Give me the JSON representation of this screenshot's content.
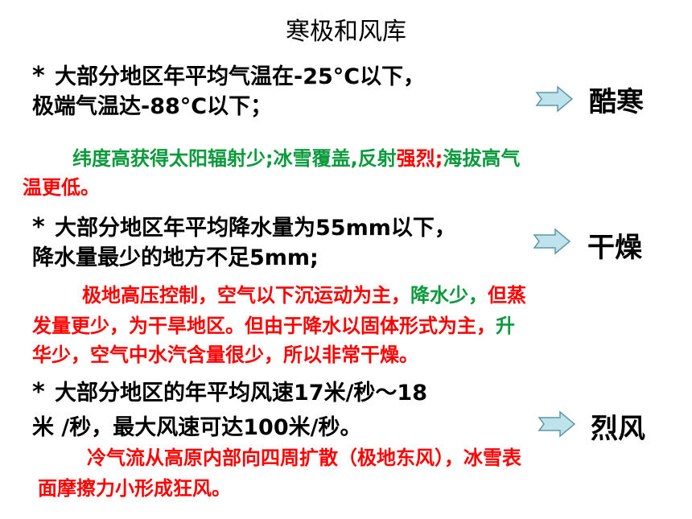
{
  "title": "寒极和风库",
  "section1": {
    "bullet": "*",
    "line1": "大部分地区年平均气温在-25°C以下，",
    "line2": "极端气温达-88°C以下；",
    "result": "酷寒",
    "explanation": {
      "line1_part1": "纬度高获得太阳辐射少;",
      "line1_part2": "冰雪覆盖,反射",
      "line1_part3": "强烈;",
      "line1_part4": "海拔高气",
      "line2": "温更低。"
    }
  },
  "section2": {
    "bullet": "*",
    "line1": "大部分地区年平均降水量为55mm以下，",
    "line2": "降水量最少的地方不足5mm;",
    "result": "干燥",
    "explanation": {
      "line1_part1": "极地高压控制，空气以下沉运动为主，",
      "line1_part2": "降水少，",
      "line1_part3": "但蒸",
      "line2_part1": "发量更少，为干旱地区。但由于降水以固体形式为主，",
      "line2_part2": "升",
      "line3": "华少，空气中水汽含量很少，所以非常干燥。"
    }
  },
  "section3": {
    "bullet": "*",
    "line1": "大部分地区的年平均风速17米/秒～18",
    "line2": "米 /秒，最大风速可达100米/秒。",
    "result": "烈风",
    "explanation": {
      "line1": "冷气流从高原内部向四周扩散（极地东风），冰雪表",
      "line2": "面摩擦力小形成狂风。"
    }
  },
  "icons": {
    "arrow": "right-arrow-icon"
  },
  "colors": {
    "red": "#ff0000",
    "green": "#0a9a3c",
    "arrow_fill": "#bfe3ec",
    "arrow_stroke": "#5f97a6"
  }
}
